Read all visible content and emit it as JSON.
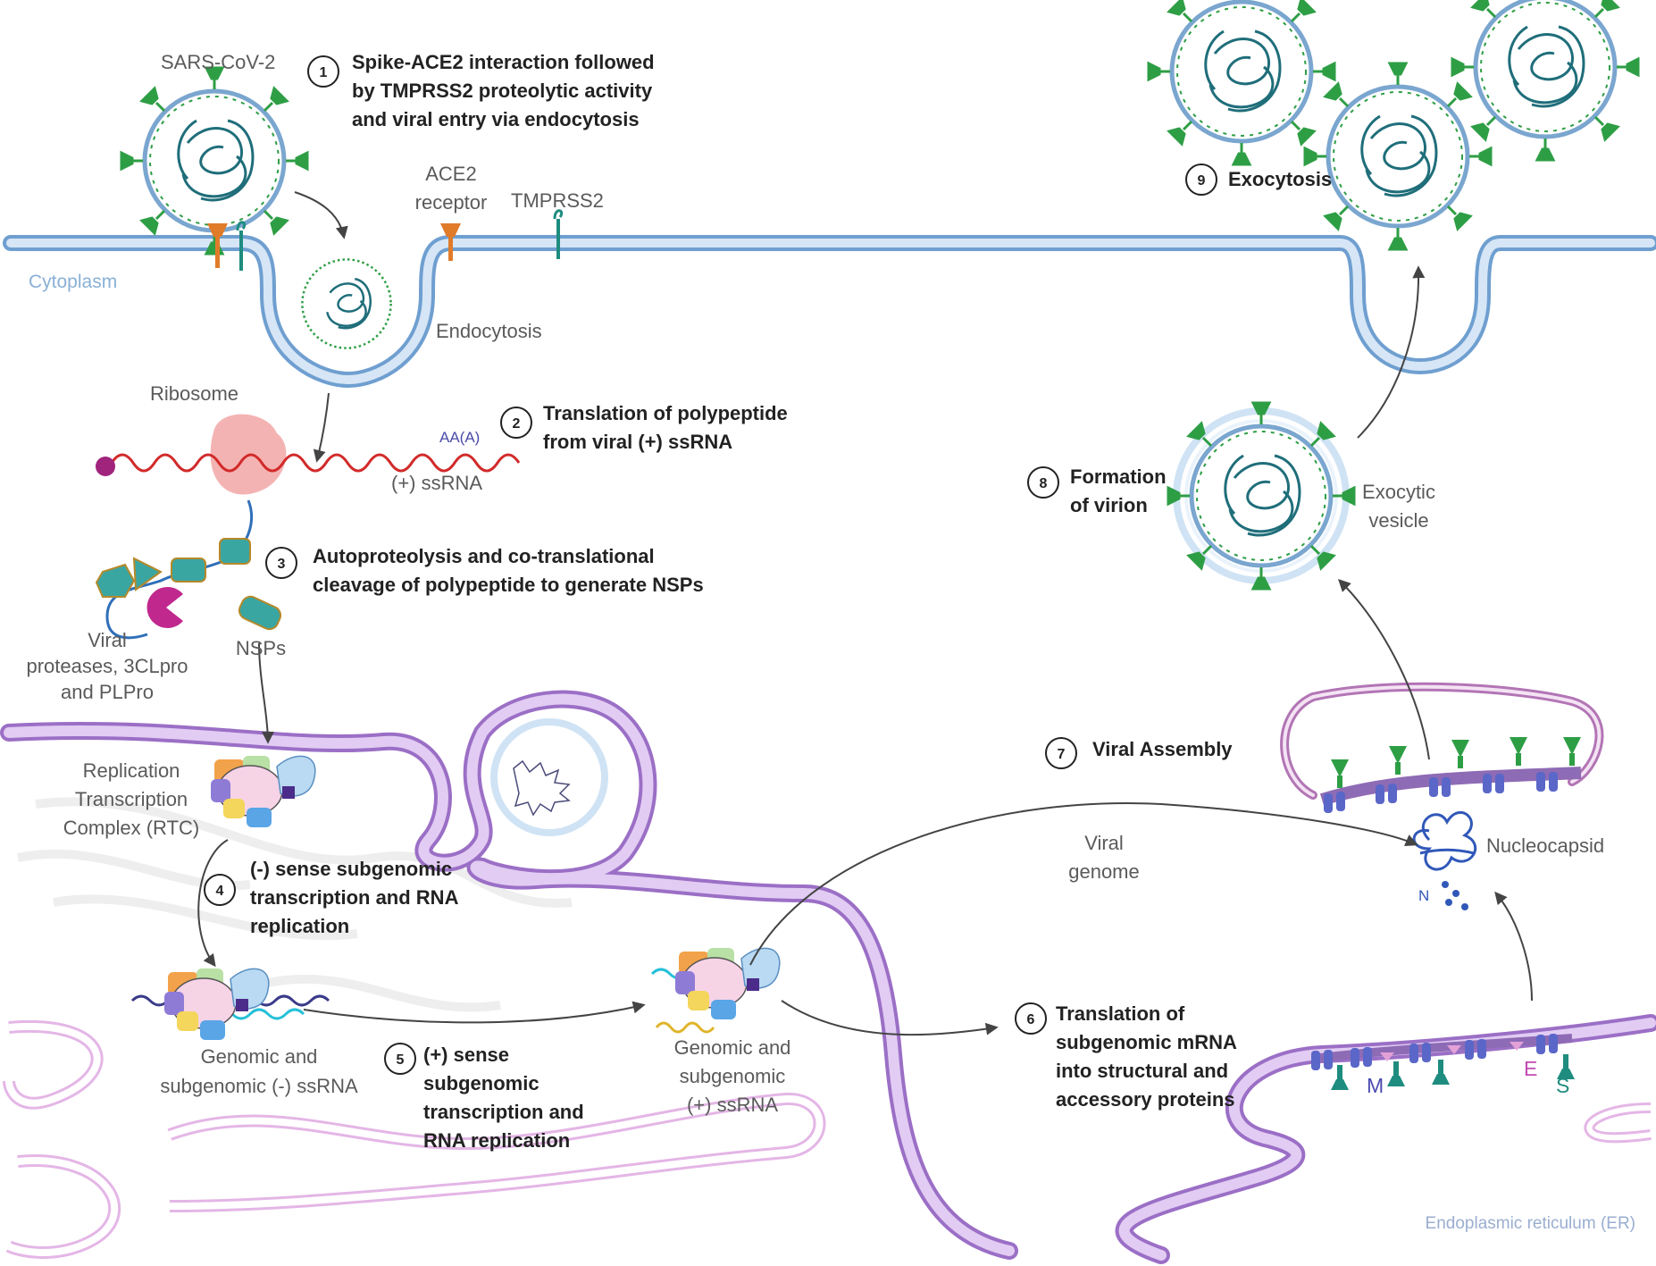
{
  "colors": {
    "membrane": "#a9c9ea",
    "membrane_edge": "#6f9fd0",
    "er_membrane": "#b28cd6",
    "er_edge": "#8e6bb5",
    "spike_green": "#2e9e45",
    "rna_teal": "#1f6e7a",
    "ribosome": "#f2a6a6",
    "rna_red": "#d22a2a",
    "protein_teal": "#3aa6a2",
    "protease_magenta": "#c0288e",
    "ace2_orange": "#e07b2a",
    "arrow": "#444444"
  },
  "labels": {
    "virus": "SARS-CoV-2",
    "cytoplasm": "Cytoplasm",
    "ace2_line1": "ACE2",
    "ace2_line2": "receptor",
    "tmprss2": "TMPRSS2",
    "endocytosis": "Endocytosis",
    "ribosome": "Ribosome",
    "polya": "AA(A)",
    "plus_ssrna": "(+) ssRNA",
    "proteases_line1": "Viral",
    "proteases_line2": "proteases, 3CLpro",
    "proteases_line3": "and PLPro",
    "nsps": "NSPs",
    "rtc_line1": "Replication",
    "rtc_line2": "Transcription",
    "rtc_line3": "Complex (RTC)",
    "neg_rna_line1": "Genomic and",
    "neg_rna_line2": "subgenomic (-) ssRNA",
    "pos_rna_line1": "Genomic and",
    "pos_rna_line2": "subgenomic",
    "pos_rna_line3": "(+) ssRNA",
    "viral_genome_line1": "Viral",
    "viral_genome_line2": "genome",
    "nucleocapsid": "Nucleocapsid",
    "n_protein": "N",
    "m_protein": "M",
    "e_protein": "E",
    "s_protein": "S",
    "exocytic_line1": "Exocytic",
    "exocytic_line2": "vesicle",
    "er": "Endoplasmic reticulum (ER)"
  },
  "steps": [
    {
      "num": "1",
      "lines": [
        "Spike-ACE2 interaction followed",
        "by TMPRSS2 proteolytic activity",
        "and viral entry via endocytosis"
      ]
    },
    {
      "num": "2",
      "lines": [
        "Translation of polypeptide",
        "from viral (+) ssRNA"
      ]
    },
    {
      "num": "3",
      "lines": [
        "Autoproteolysis and co-translational",
        "cleavage of polypeptide to generate NSPs"
      ]
    },
    {
      "num": "4",
      "lines": [
        "(-) sense subgenomic",
        "transcription and RNA",
        "replication"
      ]
    },
    {
      "num": "5",
      "lines": [
        "(+) sense",
        "subgenomic",
        "transcription and",
        "RNA replication"
      ]
    },
    {
      "num": "6",
      "lines": [
        "Translation of",
        "subgenomic mRNA",
        "into structural and",
        "accessory proteins"
      ]
    },
    {
      "num": "7",
      "lines": [
        "Viral Assembly"
      ]
    },
    {
      "num": "8",
      "lines": [
        "Formation",
        "of virion"
      ]
    },
    {
      "num": "9",
      "lines": [
        "Exocytosis"
      ]
    }
  ]
}
